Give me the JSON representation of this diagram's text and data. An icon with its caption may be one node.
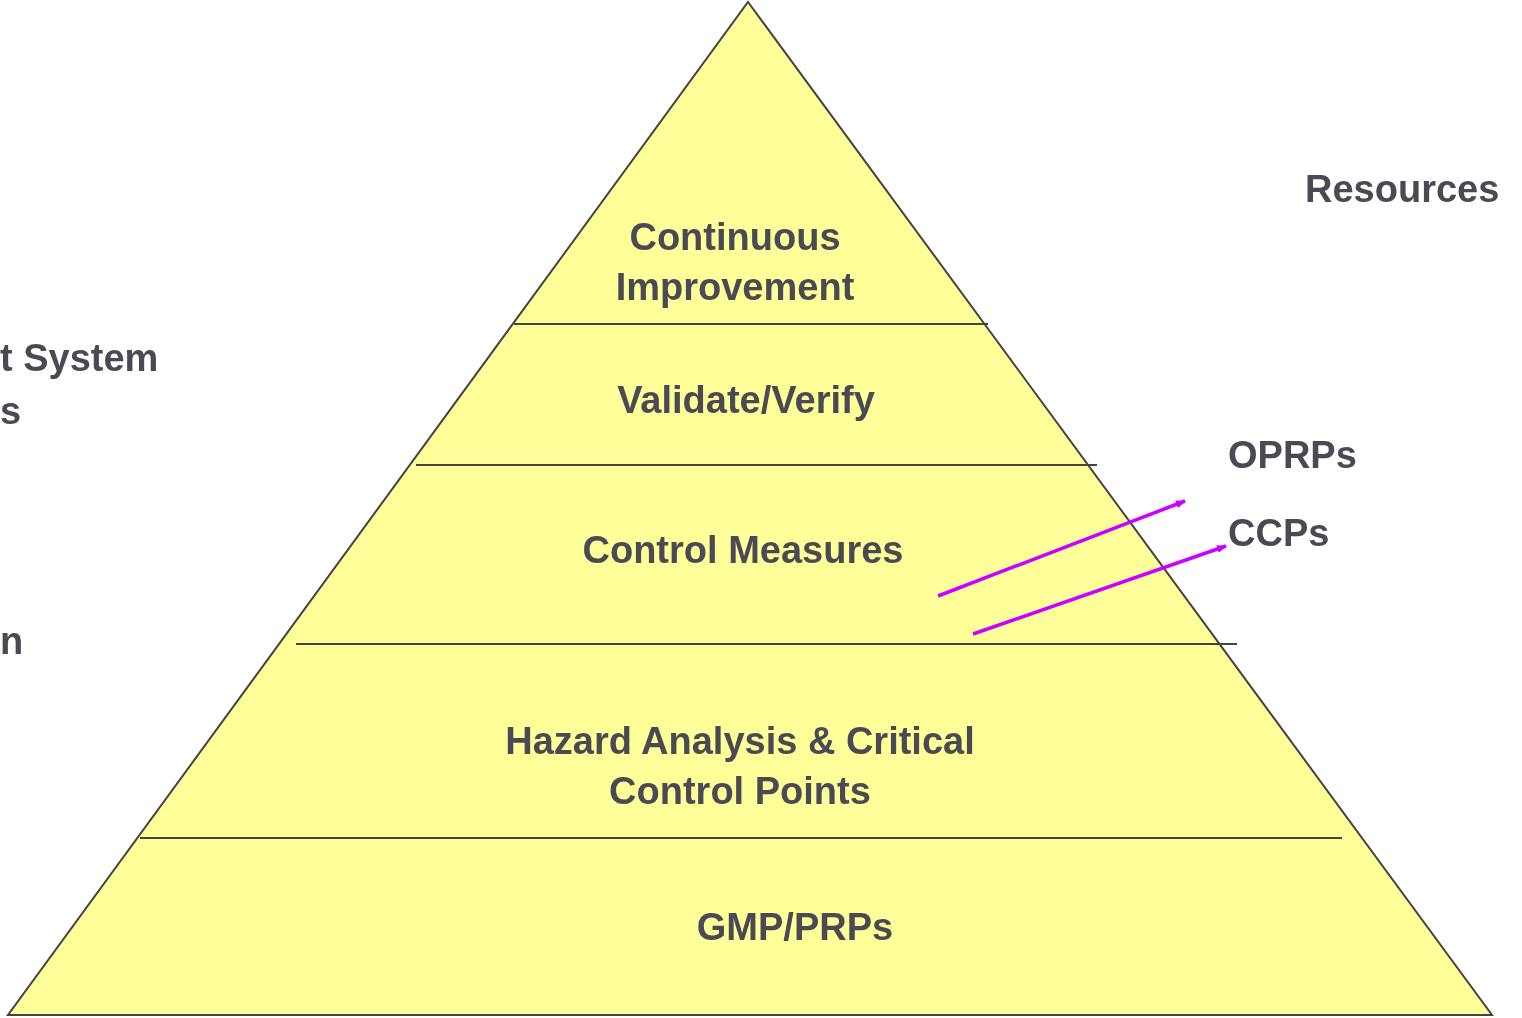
{
  "diagram": {
    "nodes": [
      {
        "text": [
          "Continuous Improvement"
        ]
      },
      {
        "text": [
          "Validate/Verify"
        ]
      },
      {
        "text": [
          "Control Measures"
        ]
      },
      {
        "text": [
          "Hazard Analysis  & Critical Control Points"
        ]
      },
      {
        "text": [
          "GMP/PRPs"
        ]
      },
      {
        "text": [
          "OPRPs"
        ]
      },
      {
        "text": [
          "CCPs"
        ]
      }
    ],
    "edges": [
      {
        "from": 2,
        "to": 5,
        "arrow": "to"
      },
      {
        "from": 2,
        "to": 6,
        "arrow": "to"
      }
    ],
    "labels": [
      "Resources",
      "t System",
      "s",
      "n"
    ]
  }
}
